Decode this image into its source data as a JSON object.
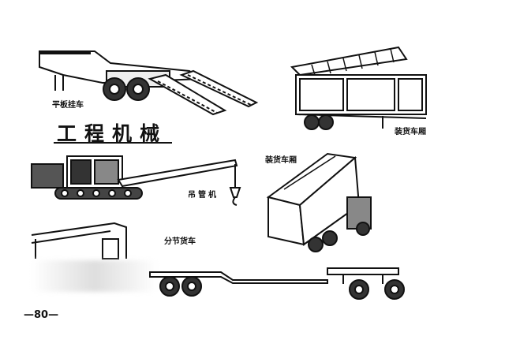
{
  "page": {
    "section_title": "工程机械",
    "page_number": "—80—"
  },
  "captions": {
    "lowbed_trailer": "平板挂车",
    "box_truck_top": "装货车厢",
    "box_truck_side": "装货车厢",
    "crane": "吊管机",
    "articulated_truck": "分节货车"
  }
}
